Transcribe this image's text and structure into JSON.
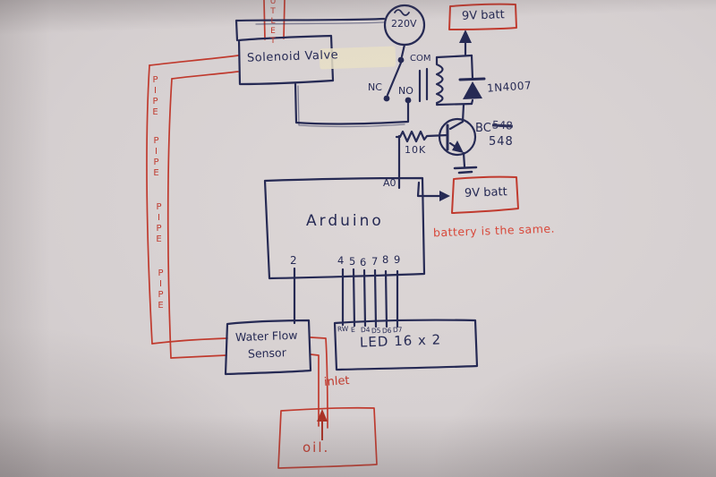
{
  "palette": {
    "ink": "#262a54",
    "pipe_red": "#c03a2e",
    "note_red": "#d8483a",
    "paper": "#d5cfd0",
    "tape": "#e7dfc6"
  },
  "valve": {
    "label": "Solenoid Valve"
  },
  "ac_source": {
    "label": "220V"
  },
  "relay": {
    "com": "COM",
    "nc": "NC",
    "no": "NO",
    "diode": "1N4007"
  },
  "battery_top": {
    "label": "9V batt"
  },
  "driver": {
    "resistor": "10K",
    "transistor_prefix": "BC",
    "transistor_struck": "548",
    "transistor_value": "548"
  },
  "arduino": {
    "label": "Arduino",
    "pin_a0": "A0",
    "pin_2": "2",
    "digital_pins": [
      "4",
      "5",
      "6",
      "7",
      "8",
      "9"
    ],
    "battery_label": "9V batt",
    "battery_note": "battery is the same."
  },
  "lcd": {
    "pin_labels": [
      "RW",
      "E",
      "D4",
      "D5",
      "D6",
      "D7"
    ],
    "label": "LED 16 x 2"
  },
  "sensor": {
    "label_line1": "Water Flow",
    "label_line2": "Sensor"
  },
  "pipes": {
    "label": "PIPE",
    "outlet": "OUTLET",
    "inlet": "inlet"
  },
  "tank": {
    "label": "oil."
  }
}
